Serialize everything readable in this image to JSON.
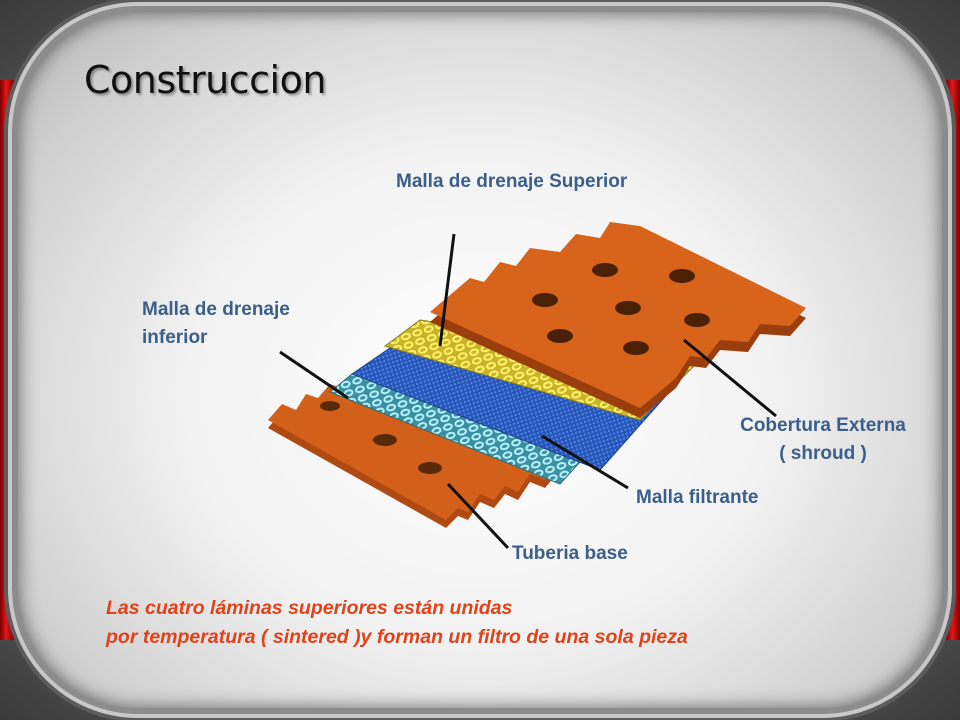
{
  "title": "Construccion",
  "labels": {
    "upper_mesh": "Malla de drenaje Superior",
    "lower_mesh_line1": "Malla de drenaje",
    "lower_mesh_line2": "inferior",
    "shroud_line1": "Cobertura Externa",
    "shroud_line2": "( shroud )",
    "filter_mesh": "Malla filtrante",
    "base_pipe": "Tuberia base"
  },
  "caption": {
    "line1": "Las cuatro láminas superiores están unidas",
    "line2": "por temperatura ( sintered )y forman un filtro de una sola pieza"
  },
  "colors": {
    "shroud": "#d2601a",
    "upper_mesh": "#e6d23a",
    "filter_mesh": "#2f62c8",
    "lower_mesh": "#7fd6e0",
    "label_text": "#3b5f8a",
    "caption_text": "#e0421a",
    "frame_accent": "#e01818"
  }
}
